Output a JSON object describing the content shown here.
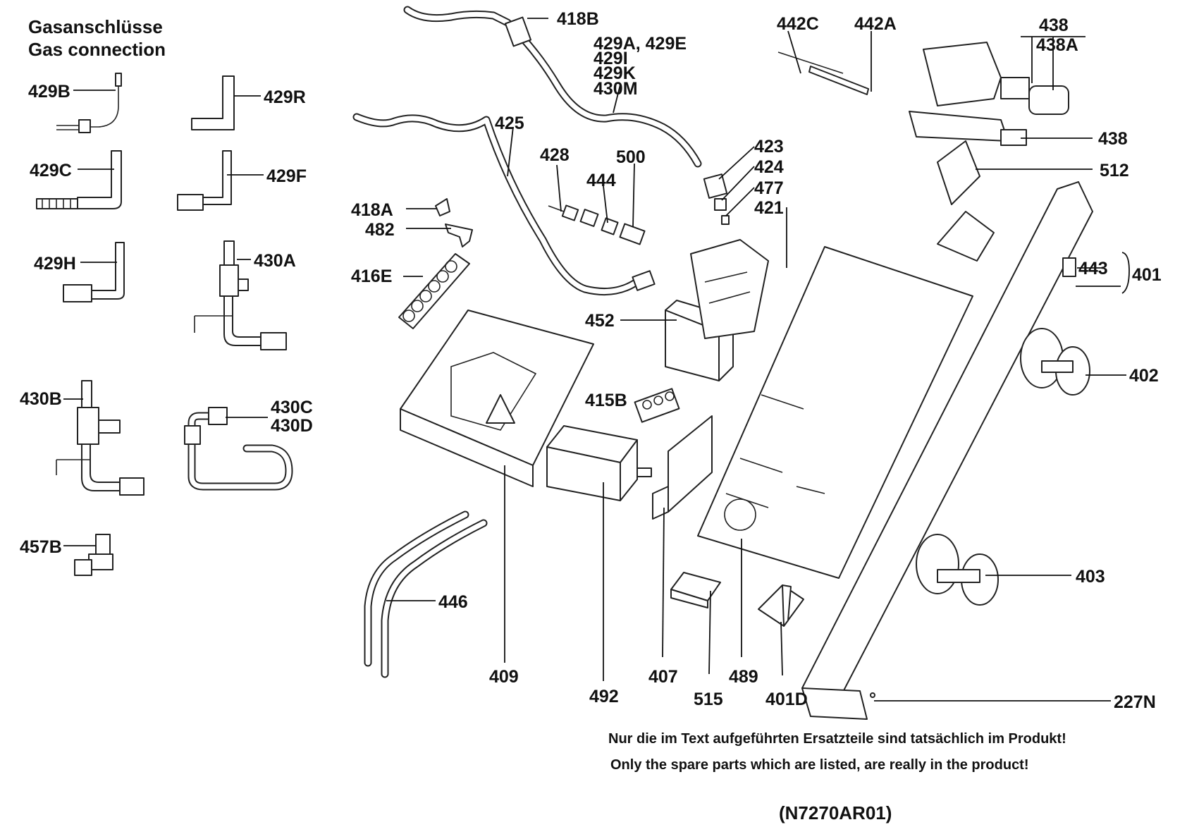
{
  "heading": {
    "line_de": "Gasanschlüsse",
    "line_en": "Gas connection"
  },
  "callouts": [
    {
      "id": "418B",
      "text": "418B"
    },
    {
      "id": "429A-429E",
      "text": "429A, 429E"
    },
    {
      "id": "429I",
      "text": "429I"
    },
    {
      "id": "429K",
      "text": "429K"
    },
    {
      "id": "430M",
      "text": "430M"
    },
    {
      "id": "442C",
      "text": "442C"
    },
    {
      "id": "442A",
      "text": "442A"
    },
    {
      "id": "438-top",
      "text": "438"
    },
    {
      "id": "438A",
      "text": "438A"
    },
    {
      "id": "438",
      "text": "438"
    },
    {
      "id": "512",
      "text": "512"
    },
    {
      "id": "425",
      "text": "425"
    },
    {
      "id": "428",
      "text": "428"
    },
    {
      "id": "444",
      "text": "444"
    },
    {
      "id": "500",
      "text": "500"
    },
    {
      "id": "423",
      "text": "423"
    },
    {
      "id": "424",
      "text": "424"
    },
    {
      "id": "477",
      "text": "477"
    },
    {
      "id": "421",
      "text": "421"
    },
    {
      "id": "418A",
      "text": "418A"
    },
    {
      "id": "482",
      "text": "482"
    },
    {
      "id": "416E",
      "text": "416E"
    },
    {
      "id": "443",
      "text": "443"
    },
    {
      "id": "401",
      "text": "401"
    },
    {
      "id": "452",
      "text": "452"
    },
    {
      "id": "402",
      "text": "402"
    },
    {
      "id": "415B",
      "text": "415B"
    },
    {
      "id": "403",
      "text": "403"
    },
    {
      "id": "446",
      "text": "446"
    },
    {
      "id": "409",
      "text": "409"
    },
    {
      "id": "492",
      "text": "492"
    },
    {
      "id": "407",
      "text": "407"
    },
    {
      "id": "515",
      "text": "515"
    },
    {
      "id": "489",
      "text": "489"
    },
    {
      "id": "401D",
      "text": "401D"
    },
    {
      "id": "227N",
      "text": "227N"
    },
    {
      "id": "429B",
      "text": "429B"
    },
    {
      "id": "429R",
      "text": "429R"
    },
    {
      "id": "429C",
      "text": "429C"
    },
    {
      "id": "429F",
      "text": "429F"
    },
    {
      "id": "429H",
      "text": "429H"
    },
    {
      "id": "430A",
      "text": "430A"
    },
    {
      "id": "430B",
      "text": "430B"
    },
    {
      "id": "430C",
      "text": "430C"
    },
    {
      "id": "430D",
      "text": "430D"
    },
    {
      "id": "457B",
      "text": "457B"
    }
  ],
  "notes": {
    "de": "Nur die im Text aufgeführten Ersatzteile sind tatsächlich im Produkt!",
    "en": "Only the spare parts which are listed, are really in the product!"
  },
  "drawing_number": "(N7270AR01)"
}
